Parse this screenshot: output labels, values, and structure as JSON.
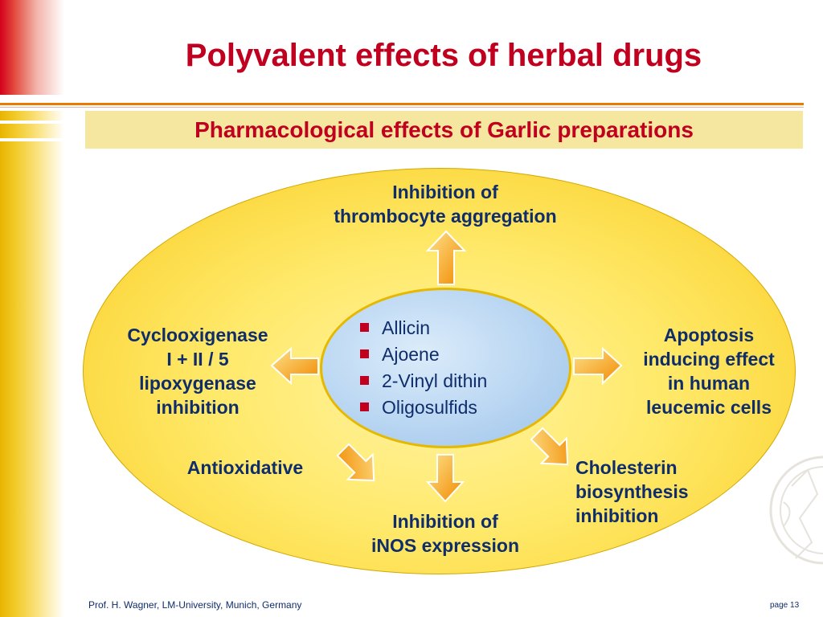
{
  "title": "Polyvalent effects of herbal drugs",
  "subtitle": "Pharmacological effects of Garlic preparations",
  "center_items": [
    "Allicin",
    "Ajoene",
    "2-Vinyl dithin",
    "Oligosulfids"
  ],
  "effects": {
    "top": [
      "Inhibition of",
      "thrombocyte aggregation"
    ],
    "left": [
      "Cyclooxigenase",
      "I + II / 5",
      "lipoxygenase",
      "inhibition"
    ],
    "right": [
      "Apoptosis",
      "inducing effect",
      "in human",
      "leucemic cells"
    ],
    "bottom_left": [
      "Antioxidative"
    ],
    "bottom_right": [
      "Cholesterin",
      "biosynthesis",
      "inhibition"
    ],
    "bottom": [
      "Inhibition of",
      "iNOS expression"
    ]
  },
  "footer": {
    "author": "Prof. H. Wagner, LM-University, Munich, Germany",
    "page": "page 13"
  },
  "colors": {
    "title_red": "#c0001e",
    "label_navy": "#0f2d6b",
    "ellipse_yellow": "#ffe96a",
    "center_blue": "#b9d6f2",
    "arrow_orange": "#f7a01a"
  }
}
